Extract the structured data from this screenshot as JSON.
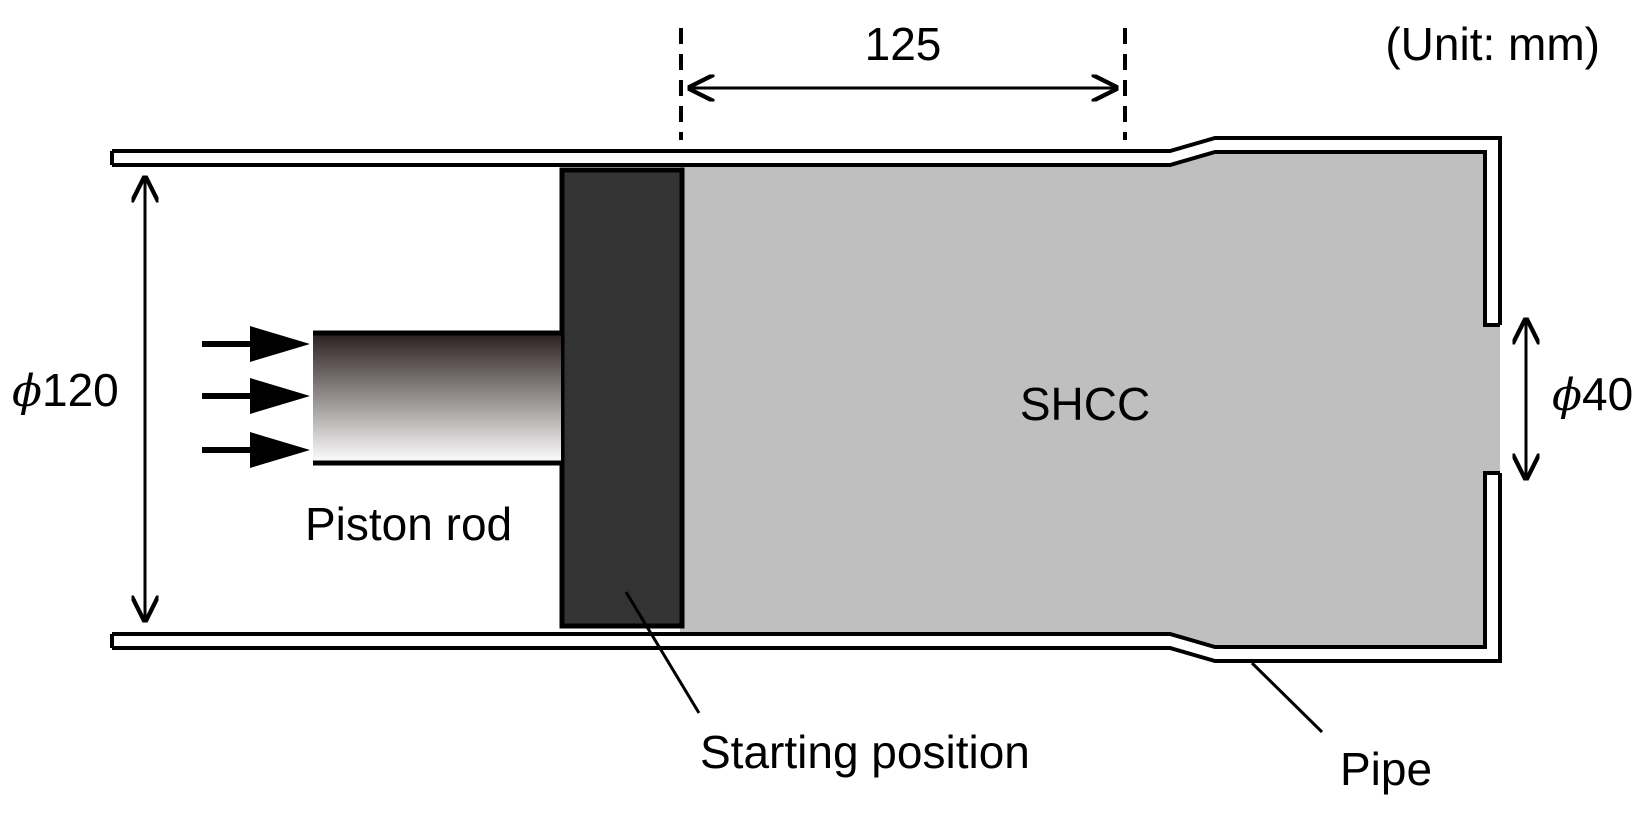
{
  "diagram": {
    "unit_note": "(Unit: mm)",
    "dimension_stroke": "125",
    "dimension_pipe_dia_symbol": "ϕ",
    "dimension_pipe_dia_value": "120",
    "dimension_outlet_dia_symbol": "ϕ",
    "dimension_outlet_dia_value": "40",
    "label_material": "SHCC",
    "label_piston_rod": "Piston rod",
    "label_start": "Starting position",
    "label_pipe": "Pipe"
  },
  "colors": {
    "material_fill": "#bfbfbf",
    "piston_head_fill": "#333333",
    "rod_gradient_top": "#2a1f1f",
    "rod_gradient_bottom": "#ffffff",
    "outline": "#000000"
  }
}
